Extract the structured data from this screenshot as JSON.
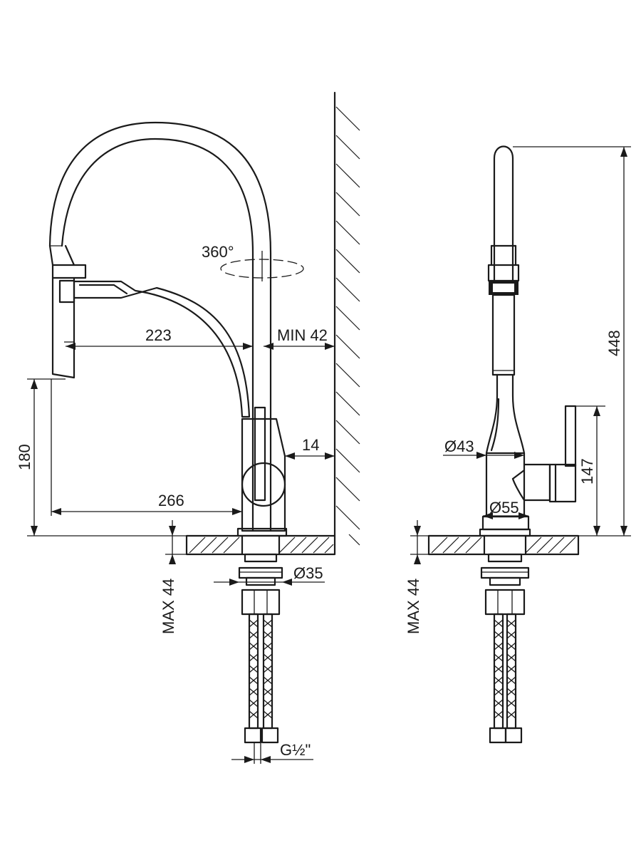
{
  "dimensions": {
    "rotation": "360°",
    "spout_reach": "223",
    "wall_min": "MIN 42",
    "spout_height": "180",
    "wall_gap": "14",
    "base_reach": "266",
    "side_diameter_upper": "Ø43",
    "side_diameter_base": "Ø55",
    "handle_height": "147",
    "total_height": "448",
    "counter_max_left": "MAX 44",
    "counter_max_right": "MAX 44",
    "shank_diameter": "Ø35",
    "connection_thread": "G½\""
  },
  "colors": {
    "line": "#1a1a1a",
    "background": "#ffffff"
  }
}
